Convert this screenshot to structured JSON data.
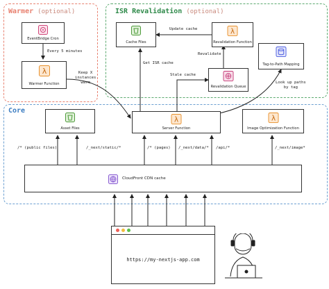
{
  "colors": {
    "warmer": "#e8806f",
    "isr": "#5aa96e",
    "core": "#6b9fd1",
    "lambda": "#e8912d",
    "s3": "#4d9a3a",
    "sqs": "#c63d78",
    "dynamo": "#4b5ce0",
    "cloudfront": "#8a5fd1",
    "eventbridge": "#d1467a"
  },
  "groups": {
    "warmer": {
      "title": "Warmer",
      "optional": "(optional)"
    },
    "isr": {
      "title": "ISR Revalidation",
      "optional": "(optional)"
    },
    "core": {
      "title": "Core"
    }
  },
  "nodes": {
    "eventbridge": {
      "label": "EventBridge Cron",
      "icon": "eventbridge-icon"
    },
    "warmer_fn": {
      "label": "Warmer Function",
      "icon": "lambda-icon"
    },
    "cache_files": {
      "label": "Cache Files",
      "icon": "s3-bucket-icon"
    },
    "revalidation_fn": {
      "label": "Revalidation Function",
      "icon": "lambda-icon"
    },
    "tag_mapping": {
      "label": "Tag-to-Path Mapping",
      "icon": "dynamodb-icon"
    },
    "revalidation_queue": {
      "label": "Revalidation Queue",
      "icon": "sqs-queue-icon"
    },
    "asset_files": {
      "label": "Asset Files",
      "icon": "s3-bucket-icon"
    },
    "server_fn": {
      "label": "Server Function",
      "icon": "lambda-icon"
    },
    "image_fn": {
      "label": "Image Optimization Function",
      "icon": "lambda-icon"
    },
    "cloudfront": {
      "label": "CloudFront CDN cache",
      "icon": "cloudfront-icon"
    }
  },
  "edges": {
    "every5": "Every 5 minutes",
    "keep_warm": [
      "Keep X",
      "instances",
      "warm"
    ],
    "update_cache": "Update cache",
    "revalidate": "Revalidate",
    "get_isr": "Get ISR cache",
    "stale": "Stale cache",
    "lookup": [
      "Look up paths",
      "by tag"
    ],
    "public_files": "/* (public files)",
    "next_static": "/_next/static/*",
    "pages": "/* (pages)",
    "next_data": "/_next/data/*",
    "api": "/api/*",
    "next_image": "/_next/image*"
  },
  "browser": {
    "url": "https://my-nextjs-app.com"
  }
}
